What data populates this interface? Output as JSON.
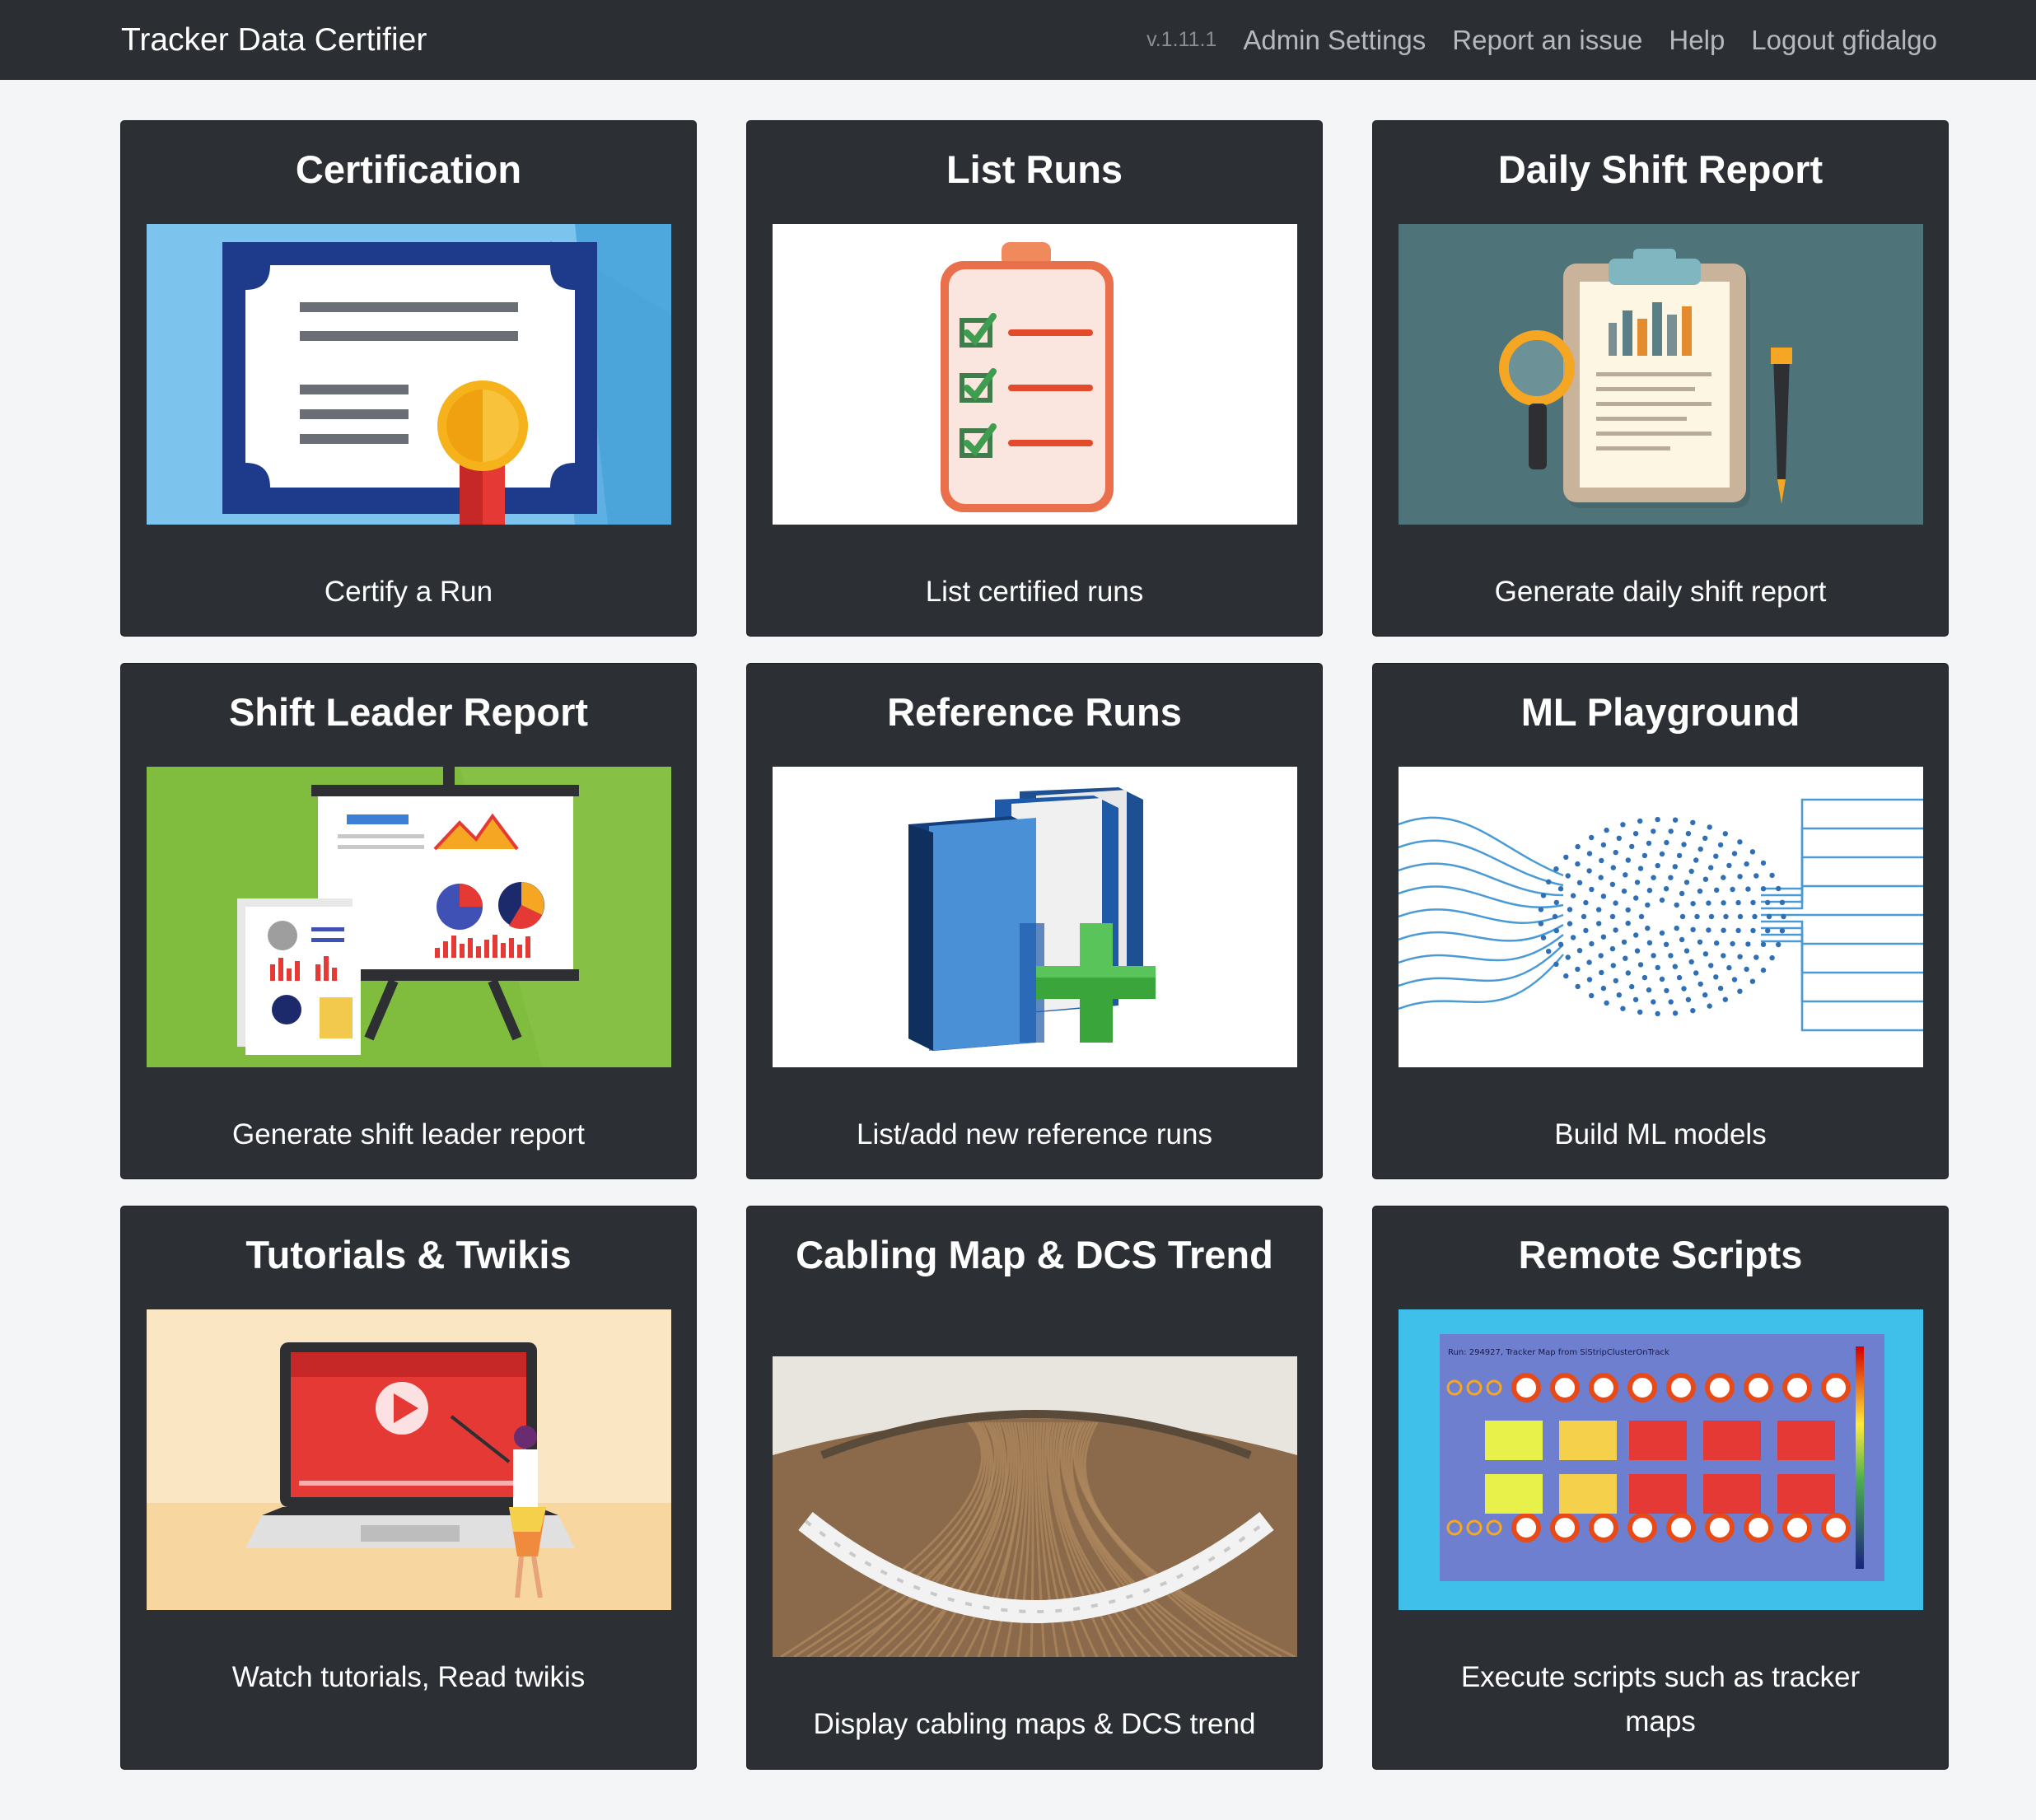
{
  "navbar": {
    "brand": "Tracker Data Certifier",
    "version": "v.1.11.1",
    "links": [
      "Admin Settings",
      "Report an issue",
      "Help",
      "Logout gfidalgo"
    ]
  },
  "cards": [
    {
      "title": "Certification",
      "description": "Certify a Run"
    },
    {
      "title": "List Runs",
      "description": "List certified runs"
    },
    {
      "title": "Daily Shift Report",
      "description": "Generate daily shift report"
    },
    {
      "title": "Shift Leader Report",
      "description": "Generate shift leader report"
    },
    {
      "title": "Reference Runs",
      "description": "List/add new reference runs"
    },
    {
      "title": "ML Playground",
      "description": "Build ML models"
    },
    {
      "title": "Tutorials & Twikis",
      "description": "Watch tutorials, Read twikis"
    },
    {
      "title": "Cabling Map & DCS Trend",
      "description": "Display cabling maps & DCS trend"
    },
    {
      "title": "Remote Scripts",
      "description": "Execute scripts such as tracker maps"
    }
  ],
  "images": {
    "remote_scripts_caption": "Run: 294927, Tracker Map from SiStripClusterOnTrack"
  },
  "colors": {
    "navbar_bg": "#2b2e33",
    "card_bg": "#2c2f34",
    "page_bg": "#f4f5f7"
  },
  "icons": [
    "certificate-icon",
    "clipboard-checklist-icon",
    "clipboard-report-icon",
    "presentation-board-icon",
    "books-plus-icon",
    "neural-network-icon",
    "video-tutorial-icon",
    "cabling-photo-icon",
    "tracker-map-icon"
  ]
}
